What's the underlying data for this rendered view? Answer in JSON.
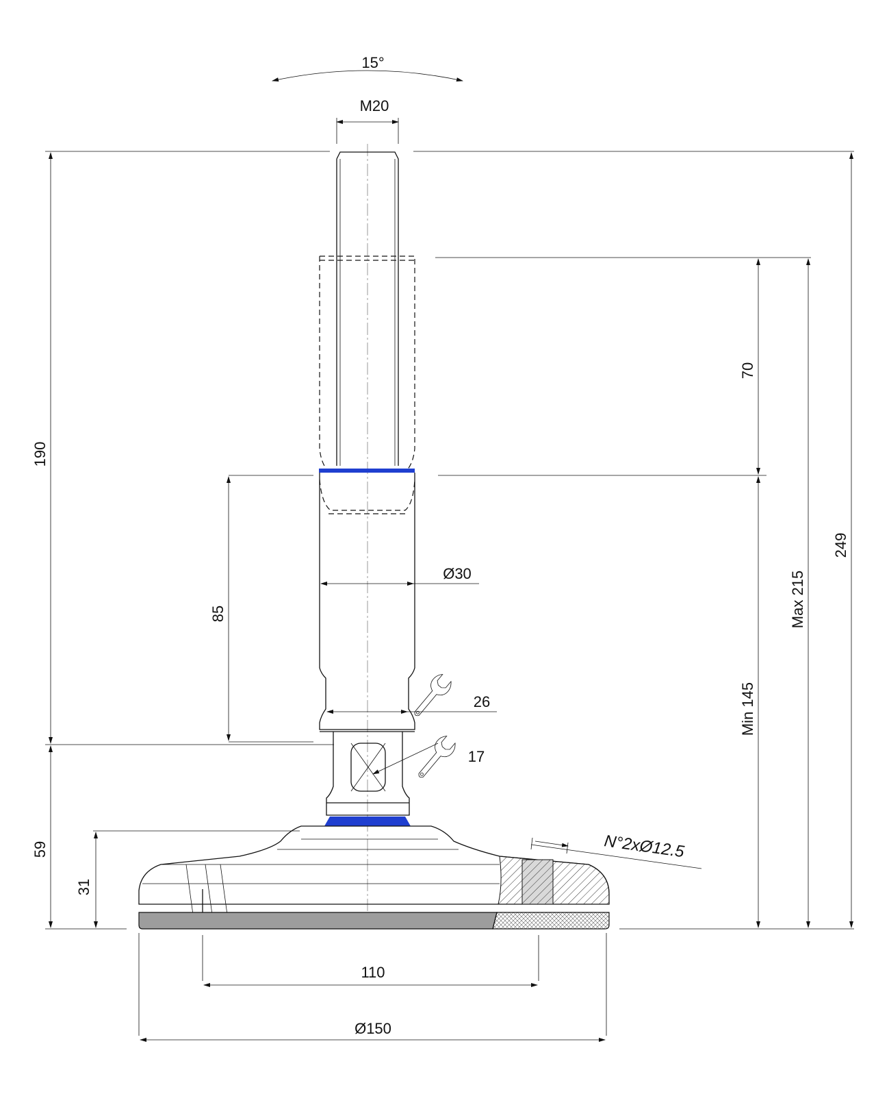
{
  "dimensions": {
    "tilt_angle": "15°",
    "thread": "M20",
    "overall_height": "249",
    "stroke_height": "190",
    "adjust_range": "70",
    "max_height": "Max 215",
    "min_height": "Min 145",
    "body_height": "85",
    "body_diameter": "Ø30",
    "wrench_upper": "26",
    "wrench_lower": "17",
    "base_height": "59",
    "pad_height": "31",
    "holes": "N°2xØ12.5",
    "hole_spacing": "110",
    "base_diameter": "Ø150"
  },
  "colors": {
    "accent_ring": "#1f3fd0",
    "rubber_pad": "#9d9d9d",
    "hatch_fill": "#d9d9d9",
    "line": "#111111",
    "centerline": "#9a9a9a"
  },
  "icons": {
    "wrench_upper": "wrench-icon",
    "wrench_lower": "wrench-icon"
  }
}
